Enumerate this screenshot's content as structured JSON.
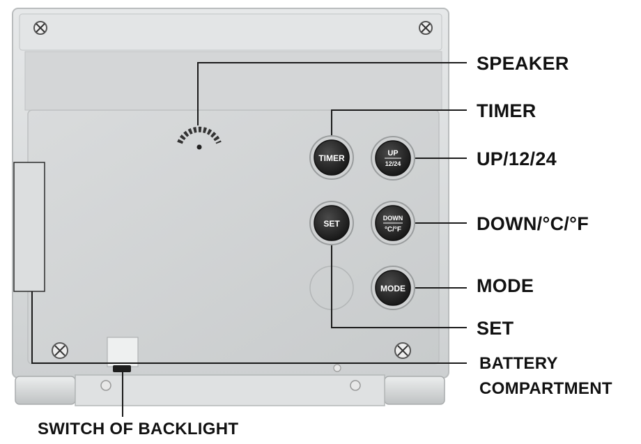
{
  "device": {
    "buttons": {
      "timer": "TIMER",
      "up_top": "UP",
      "up_bottom": "12/24",
      "set": "SET",
      "down_top": "DOWN",
      "down_bottom": "°C/°F",
      "mode": "MODE"
    }
  },
  "callouts": {
    "speaker": "SPEAKER",
    "timer": "TIMER",
    "up": "UP/12/24",
    "down": "DOWN/°C/°F",
    "mode": "MODE",
    "set": "SET",
    "battery_line1": "BATTERY",
    "battery_line2": "COMPARTMENT",
    "backlight": "SWITCH OF BACKLIGHT"
  },
  "colors": {
    "body": "#d8dadb",
    "panel": "#cfd1d2",
    "button": "#2a2a2a",
    "leader_line": "#1a1a1a"
  }
}
